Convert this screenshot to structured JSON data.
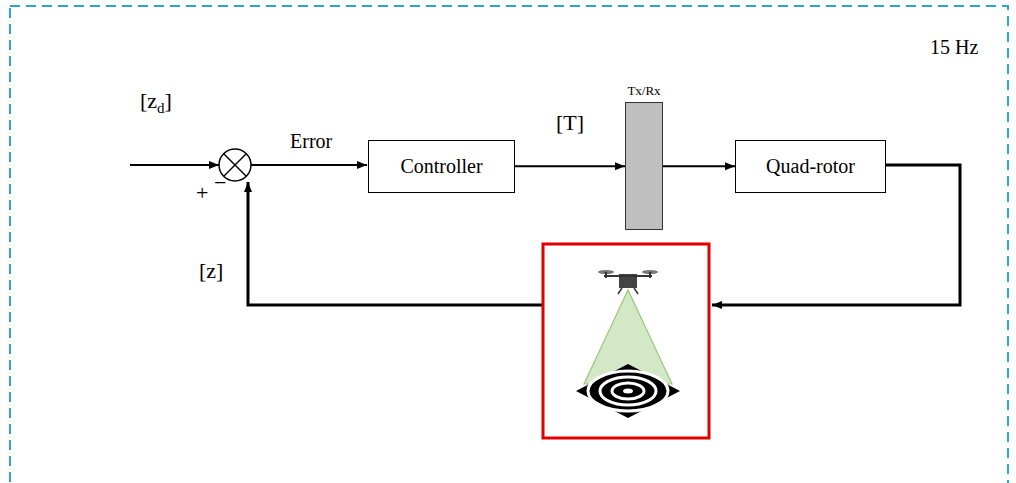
{
  "diagram": {
    "nodes": [
      {
        "text": [
          "Controller"
        ]
      },
      {
        "text": [
          "Tx/Rx"
        ]
      },
      {
        "text": [
          "Quad-rotor"
        ]
      }
    ],
    "edges": [
      {
        "from": 0,
        "to": 1,
        "label": "[T]",
        "arrow": "to"
      },
      {
        "from": 1,
        "to": 2,
        "arrow": "to"
      }
    ],
    "labels": [
      "15 Hz",
      "[z",
      "d",
      "]",
      "+",
      "−",
      "Error",
      "[z]"
    ]
  }
}
